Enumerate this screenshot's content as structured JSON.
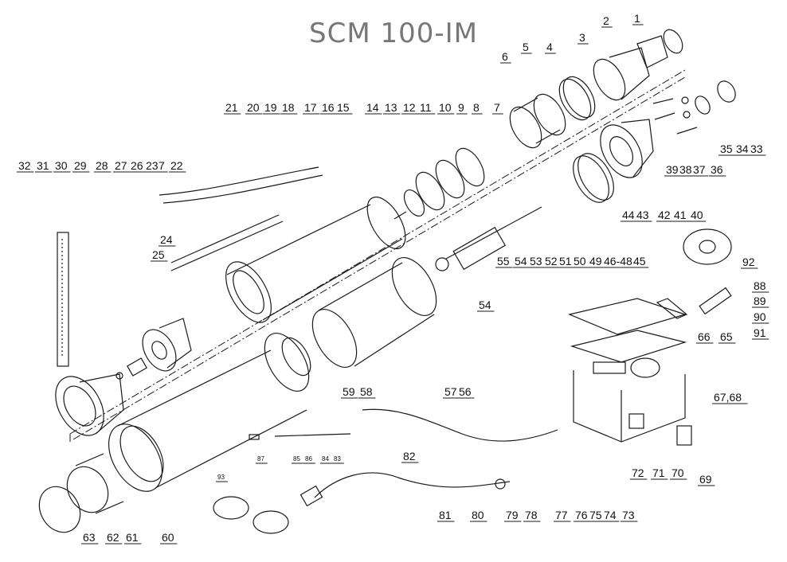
{
  "title": "SCM 100-IM",
  "callouts": [
    {
      "id": "c1",
      "label": "1"
    },
    {
      "id": "c2",
      "label": "2"
    },
    {
      "id": "c3",
      "label": "3"
    },
    {
      "id": "c4",
      "label": "4"
    },
    {
      "id": "c5",
      "label": "5"
    },
    {
      "id": "c6",
      "label": "6"
    },
    {
      "id": "c7",
      "label": "7"
    },
    {
      "id": "c8",
      "label": "8"
    },
    {
      "id": "c9",
      "label": "9"
    },
    {
      "id": "c10",
      "label": "10"
    },
    {
      "id": "c11",
      "label": "11"
    },
    {
      "id": "c12",
      "label": "12"
    },
    {
      "id": "c13",
      "label": "13"
    },
    {
      "id": "c14",
      "label": "14"
    },
    {
      "id": "c15",
      "label": "15"
    },
    {
      "id": "c16",
      "label": "16"
    },
    {
      "id": "c17",
      "label": "17"
    },
    {
      "id": "c18",
      "label": "18"
    },
    {
      "id": "c19",
      "label": "19"
    },
    {
      "id": "c20",
      "label": "20"
    },
    {
      "id": "c21",
      "label": "21"
    },
    {
      "id": "c22",
      "label": "22"
    },
    {
      "id": "c7b",
      "label": "7"
    },
    {
      "id": "c23",
      "label": "23"
    },
    {
      "id": "c24",
      "label": "24"
    },
    {
      "id": "c25",
      "label": "25"
    },
    {
      "id": "c26",
      "label": "26"
    },
    {
      "id": "c27",
      "label": "27"
    },
    {
      "id": "c28",
      "label": "28"
    },
    {
      "id": "c29",
      "label": "29"
    },
    {
      "id": "c30",
      "label": "30"
    },
    {
      "id": "c31",
      "label": "31"
    },
    {
      "id": "c32",
      "label": "32"
    },
    {
      "id": "c33",
      "label": "33"
    },
    {
      "id": "c34",
      "label": "34"
    },
    {
      "id": "c35",
      "label": "35"
    },
    {
      "id": "c36",
      "label": "36"
    },
    {
      "id": "c37",
      "label": "37"
    },
    {
      "id": "c38",
      "label": "38"
    },
    {
      "id": "c39",
      "label": "39"
    },
    {
      "id": "c40",
      "label": "40"
    },
    {
      "id": "c41",
      "label": "41"
    },
    {
      "id": "c42",
      "label": "42"
    },
    {
      "id": "c43",
      "label": "43"
    },
    {
      "id": "c44",
      "label": "44"
    },
    {
      "id": "c45",
      "label": "45"
    },
    {
      "id": "c4648",
      "label": "46-48"
    },
    {
      "id": "c49",
      "label": "49"
    },
    {
      "id": "c50",
      "label": "50"
    },
    {
      "id": "c51",
      "label": "51"
    },
    {
      "id": "c52",
      "label": "52"
    },
    {
      "id": "c53",
      "label": "53"
    },
    {
      "id": "c54",
      "label": "54"
    },
    {
      "id": "c55",
      "label": "55"
    },
    {
      "id": "c54b",
      "label": "54"
    },
    {
      "id": "c56",
      "label": "56"
    },
    {
      "id": "c57",
      "label": "57"
    },
    {
      "id": "c58",
      "label": "58"
    },
    {
      "id": "c59",
      "label": "59"
    },
    {
      "id": "c60",
      "label": "60"
    },
    {
      "id": "c61",
      "label": "61"
    },
    {
      "id": "c62",
      "label": "62"
    },
    {
      "id": "c63",
      "label": "63"
    },
    {
      "id": "c65",
      "label": "65"
    },
    {
      "id": "c66",
      "label": "66"
    },
    {
      "id": "c6768",
      "label": "67,68"
    },
    {
      "id": "c69",
      "label": "69"
    },
    {
      "id": "c70",
      "label": "70"
    },
    {
      "id": "c71",
      "label": "71"
    },
    {
      "id": "c72",
      "label": "72"
    },
    {
      "id": "c73",
      "label": "73"
    },
    {
      "id": "c74",
      "label": "74"
    },
    {
      "id": "c75",
      "label": "75"
    },
    {
      "id": "c76",
      "label": "76"
    },
    {
      "id": "c77",
      "label": "77"
    },
    {
      "id": "c78",
      "label": "78"
    },
    {
      "id": "c79",
      "label": "79"
    },
    {
      "id": "c80",
      "label": "80"
    },
    {
      "id": "c81",
      "label": "81"
    },
    {
      "id": "c82",
      "label": "82"
    },
    {
      "id": "c83",
      "label": "83"
    },
    {
      "id": "c84",
      "label": "84"
    },
    {
      "id": "c85",
      "label": "85"
    },
    {
      "id": "c86",
      "label": "86"
    },
    {
      "id": "c87",
      "label": "87"
    },
    {
      "id": "c88",
      "label": "88"
    },
    {
      "id": "c89",
      "label": "89"
    },
    {
      "id": "c90",
      "label": "90"
    },
    {
      "id": "c91",
      "label": "91"
    },
    {
      "id": "c92",
      "label": "92"
    },
    {
      "id": "c93",
      "label": "93"
    }
  ],
  "colors": {
    "line": "#1a1a1a",
    "title": "#777777",
    "paper": "#ffffff"
  }
}
